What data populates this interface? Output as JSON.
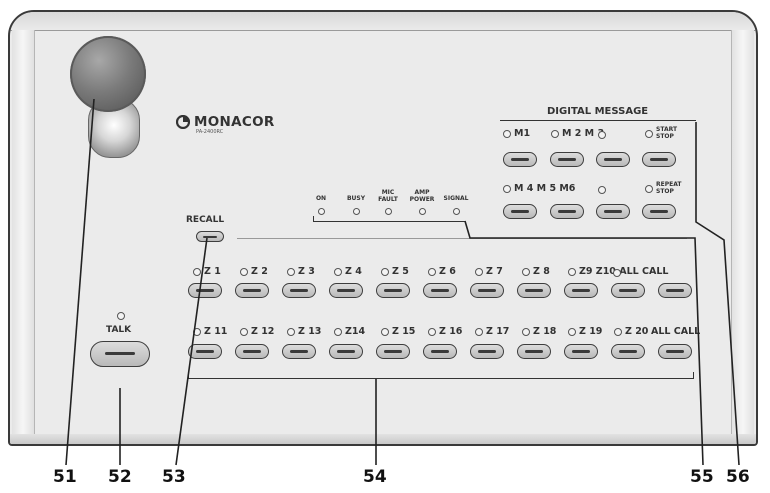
{
  "brand": {
    "name": "MONACOR",
    "model": "PA-2400RC"
  },
  "digital_message": {
    "title": "DIGITAL MESSAGE",
    "row1": {
      "m1": "M1",
      "m2m3": "M 2 M 3",
      "start_stop": "START\nSTOP"
    },
    "row2": {
      "m4m5m6": "M 4 M 5 M6",
      "repeat_stop": "REPEAT\nSTOP"
    }
  },
  "status_indicators": [
    {
      "label": "ON"
    },
    {
      "label": "BUSY"
    },
    {
      "label": "MIC\nFAULT"
    },
    {
      "label": "AMP\nPOWER"
    },
    {
      "label": "SIGNAL"
    }
  ],
  "recall": {
    "label": "RECALL"
  },
  "talk": {
    "label": "TALK"
  },
  "zones_row1": [
    "Z 1",
    "Z 2",
    "Z 3",
    "Z 4",
    "Z 5",
    "Z 6",
    "Z 7",
    "Z 8",
    "Z9 Z10 ALL CALL"
  ],
  "zones_row2": [
    "Z 11",
    "Z 12",
    "Z 13",
    "Z14",
    "Z 15",
    "Z 16",
    "Z 17",
    "Z 18",
    "Z 19",
    "Z 20",
    "ALL CALL"
  ],
  "callouts": [
    "51",
    "52",
    "53",
    "54",
    "55",
    "56"
  ]
}
